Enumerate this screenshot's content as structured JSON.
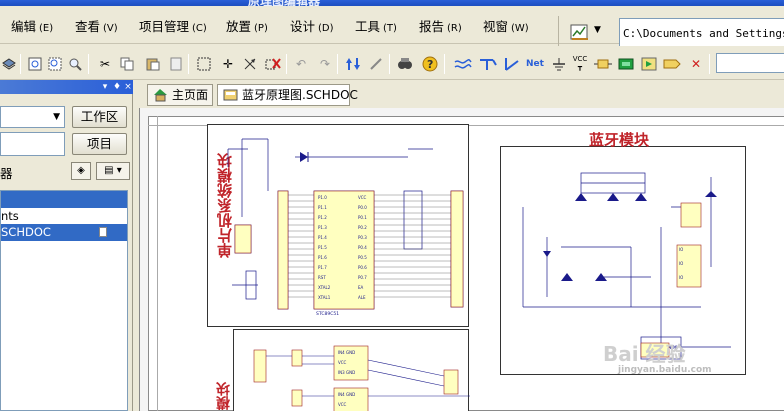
{
  "titlebar": {
    "text": "原理图编辑器"
  },
  "menu": [
    {
      "label": "编辑",
      "key": "(E)"
    },
    {
      "label": "查看",
      "key": "(V)"
    },
    {
      "label": "项目管理",
      "key": "(C)"
    },
    {
      "label": "放置",
      "key": "(P)"
    },
    {
      "label": "设计",
      "key": "(D)"
    },
    {
      "label": "工具",
      "key": "(T)"
    },
    {
      "label": "报告",
      "key": "(R)"
    },
    {
      "label": "视窗",
      "key": "(W)"
    }
  ],
  "path": {
    "value": "C:\\Documents and Settings\\ad"
  },
  "toolbar": {
    "icons": [
      "layers-icon",
      "zoom-fit-icon",
      "zoom-area-icon",
      "zoom-selected-icon",
      "cut-icon",
      "copy-icon",
      "paste-icon",
      "rubber-stamp-icon",
      "select-area-icon",
      "move-icon",
      "select-cross-icon",
      "clear-selection-icon",
      "undo-icon",
      "redo-icon",
      "hierarchy-icon",
      "cross-probe-icon",
      "browse-library-icon",
      "help-icon",
      "wire-icon",
      "bus-icon",
      "bus-entry-icon",
      "net-label-icon",
      "power-port-icon",
      "vcc-port-icon",
      "component-icon",
      "sheet-symbol-icon",
      "sheet-entry-icon",
      "port-icon",
      "no-erc-icon"
    ],
    "net_label": "Net",
    "vcc_label": "VCC"
  },
  "leftpanel": {
    "workspace_button": "工作区",
    "project_button": "项目",
    "section_label": "器",
    "list_items": [
      {
        "label": "",
        "selected": true
      },
      {
        "label": "nts",
        "selected": false
      },
      {
        "label": "SCHDOC",
        "selected": true
      }
    ]
  },
  "tabs": [
    {
      "label": "主页面"
    },
    {
      "label": "蓝牙原理图.SCHDOC"
    }
  ],
  "schematic": {
    "mcu_title": "单片机系统模块",
    "bt_title": "蓝牙模块",
    "third_title": "模块",
    "mcu_chip": "STC89C51",
    "vcc_label": "VCC",
    "watermark": "Bai 经验",
    "watermark_url": "jingyan.baidu.com"
  }
}
